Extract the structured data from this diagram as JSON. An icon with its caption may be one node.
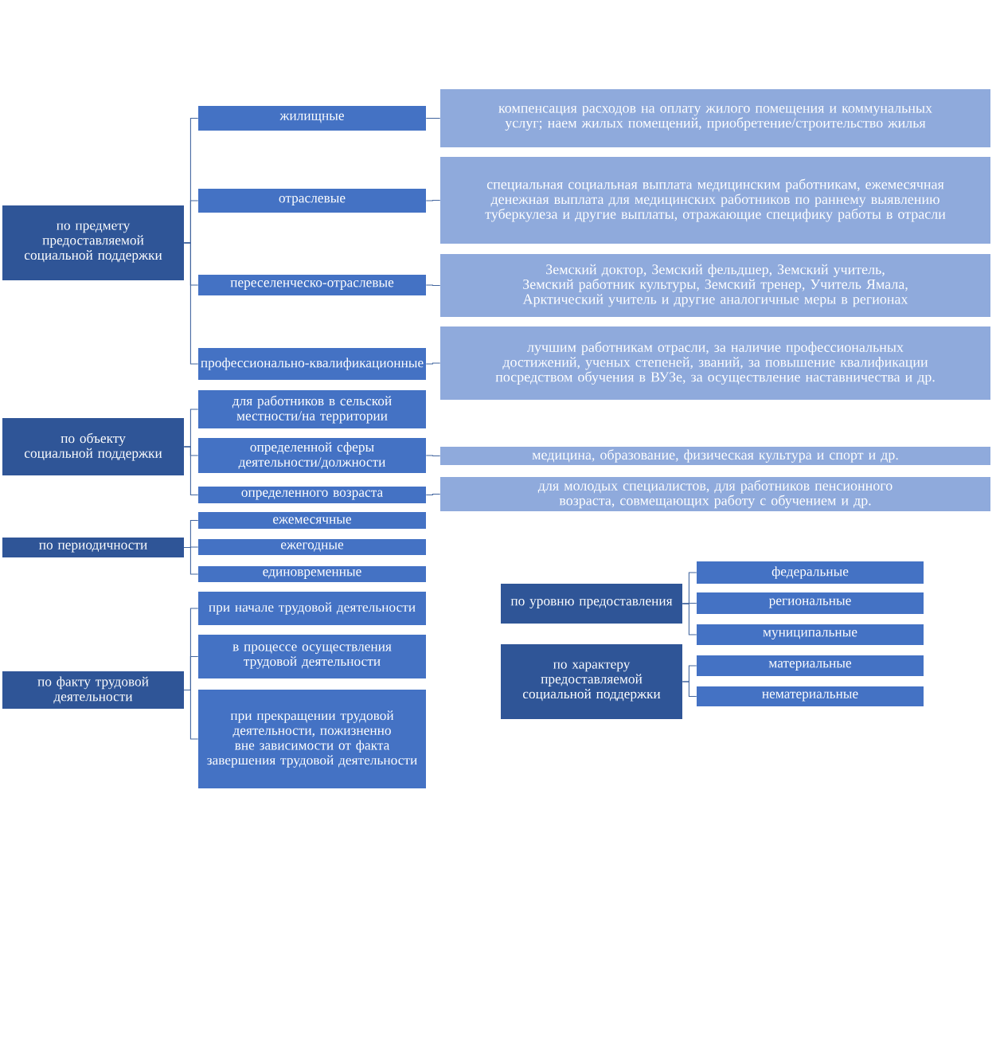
{
  "diagram": {
    "nodes": [
      {
        "text": [
          "по предмету предоставляемой социальной поддержки"
        ]
      },
      {
        "text": [
          "жилищные"
        ]
      },
      {
        "text": [
          "отраслевые"
        ]
      },
      {
        "text": [
          "переселенческо-отраслевые"
        ]
      },
      {
        "text": [
          "профессионально-квалификационные"
        ]
      },
      {
        "text": [
          "компенсация расходов на оплату жилого помещения и коммунальных услуг; наем жилых помещений, приобретение/строительство жилья"
        ]
      },
      {
        "text": [
          "специальная социальная выплата медицинским работникам, ежемесячная денежная выплата для медицинских работников по раннему выявлению туберкулеза и другие выплаты, отражающие специфику работы в отрасли"
        ]
      },
      {
        "text": [
          "Земский доктор, Земский фельдшер, Земский учитель, Земский работник культуры, Земский тренер, Учитель Ямала, Арктический учитель и другие аналогичные меры в регионах"
        ]
      },
      {
        "text": [
          "лучшим работникам отрасли, за наличие профессиональных достижений, ученых степеней, званий, за повышение квалификации посредством обучения в ВУЗе, за осуществление наставничества и др."
        ]
      },
      {
        "text": [
          "по объекту социальной поддержки"
        ]
      },
      {
        "text": [
          "для работников в сельской местности/на территории"
        ]
      },
      {
        "text": [
          "определенной сферы деятельности/должности"
        ]
      },
      {
        "text": [
          "определенного возраста"
        ]
      },
      {
        "text": [
          "медицина, образование, физическая культура и спорт и др."
        ]
      },
      {
        "text": [
          "для молодых специалистов, для работников пенсионного возраста, совмещающих работу с обучением и др."
        ]
      },
      {
        "text": [
          "по периодичности"
        ]
      },
      {
        "text": [
          "ежемесячные"
        ]
      },
      {
        "text": [
          "ежегодные"
        ]
      },
      {
        "text": [
          "единовременные"
        ]
      },
      {
        "text": [
          "по факту трудовой деятельности"
        ]
      },
      {
        "text": [
          "при начале трудовой деятельности"
        ]
      },
      {
        "text": [
          "в процессе осуществления трудовой деятельности"
        ]
      },
      {
        "text": [
          "при прекращении трудовой деятельности, пожизненно вне зависимости от факта завершения трудовой деятельности"
        ]
      },
      {
        "text": [
          "по уровню предоставления"
        ]
      },
      {
        "text": [
          "федеральные"
        ]
      },
      {
        "text": [
          "региональные"
        ]
      },
      {
        "text": [
          "муниципальные"
        ]
      },
      {
        "text": [
          "по характеру предоставляемой социальной поддержки"
        ]
      },
      {
        "text": [
          "материальные"
        ]
      },
      {
        "text": [
          "нематериальные"
        ]
      }
    ],
    "edges": [
      {
        "from": 0,
        "to": 1,
        "arrow": "none"
      },
      {
        "from": 0,
        "to": 2,
        "arrow": "none"
      },
      {
        "from": 0,
        "to": 3,
        "arrow": "none"
      },
      {
        "from": 0,
        "to": 4,
        "arrow": "none"
      },
      {
        "from": 1,
        "to": 5,
        "arrow": "none"
      },
      {
        "from": 2,
        "to": 6,
        "arrow": "none"
      },
      {
        "from": 3,
        "to": 7,
        "arrow": "none"
      },
      {
        "from": 4,
        "to": 8,
        "arrow": "none"
      },
      {
        "from": 9,
        "to": 10,
        "arrow": "none"
      },
      {
        "from": 9,
        "to": 11,
        "arrow": "none"
      },
      {
        "from": 9,
        "to": 12,
        "arrow": "none"
      },
      {
        "from": 11,
        "to": 13,
        "arrow": "none"
      },
      {
        "from": 12,
        "to": 14,
        "arrow": "none"
      },
      {
        "from": 15,
        "to": 16,
        "arrow": "none"
      },
      {
        "from": 15,
        "to": 17,
        "arrow": "none"
      },
      {
        "from": 15,
        "to": 18,
        "arrow": "none"
      },
      {
        "from": 19,
        "to": 20,
        "arrow": "none"
      },
      {
        "from": 19,
        "to": 21,
        "arrow": "none"
      },
      {
        "from": 19,
        "to": 22,
        "arrow": "none"
      },
      {
        "from": 23,
        "to": 24,
        "arrow": "none"
      },
      {
        "from": 23,
        "to": 25,
        "arrow": "none"
      },
      {
        "from": 23,
        "to": 26,
        "arrow": "none"
      },
      {
        "from": 27,
        "to": 28,
        "arrow": "none"
      },
      {
        "from": 27,
        "to": 29,
        "arrow": "none"
      }
    ]
  }
}
